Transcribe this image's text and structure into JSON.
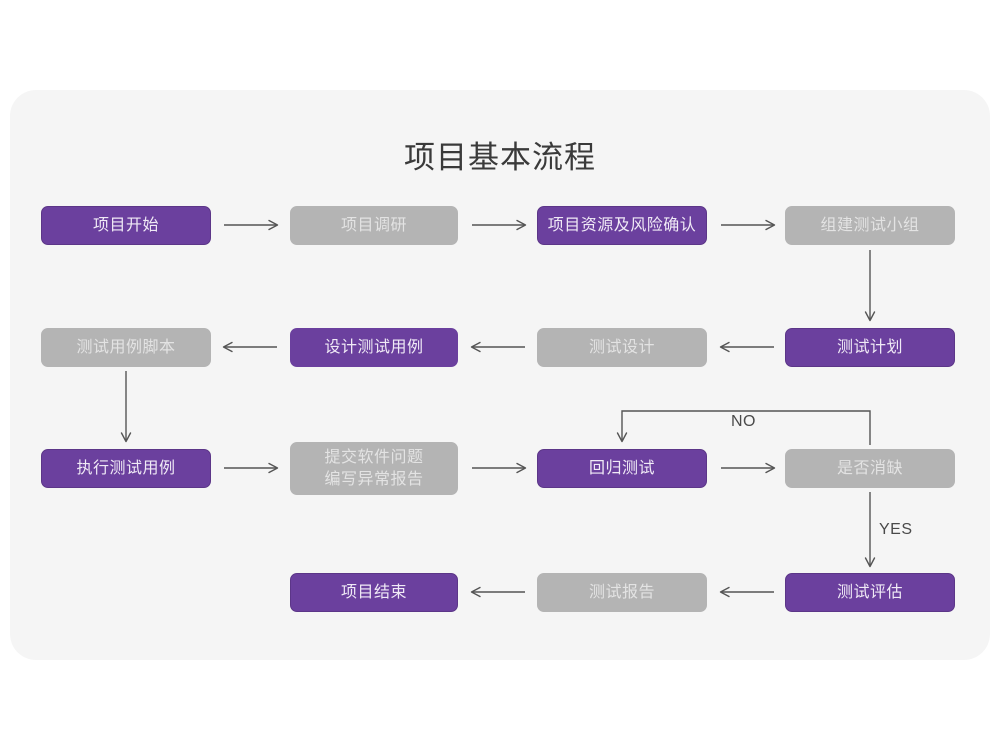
{
  "chart_data": {
    "type": "diagram",
    "title": "项目基本流程",
    "diagram_kind": "flowchart",
    "colors": {
      "page_background": "#ffffff",
      "card_background": "#f5f5f5",
      "accent_purple": "#6b409e",
      "muted_gray": "#b4b4b4",
      "purple_text": "#f0eaf6",
      "gray_text": "#e3e3e3",
      "title_text": "#3a3a3a",
      "connector": "#555555"
    },
    "nodes": [
      {
        "id": "n1",
        "label": "项目开始",
        "style": "purple",
        "row": 1,
        "col": 1
      },
      {
        "id": "n2",
        "label": "项目调研",
        "style": "gray",
        "row": 1,
        "col": 2
      },
      {
        "id": "n3",
        "label": "项目资源及风险确认",
        "style": "purple",
        "row": 1,
        "col": 3
      },
      {
        "id": "n4",
        "label": "组建测试小组",
        "style": "gray",
        "row": 1,
        "col": 4
      },
      {
        "id": "n5",
        "label": "测试用例脚本",
        "style": "gray",
        "row": 2,
        "col": 1
      },
      {
        "id": "n6",
        "label": "设计测试用例",
        "style": "purple",
        "row": 2,
        "col": 2
      },
      {
        "id": "n7",
        "label": "测试设计",
        "style": "gray",
        "row": 2,
        "col": 3
      },
      {
        "id": "n8",
        "label": "测试计划",
        "style": "purple",
        "row": 2,
        "col": 4
      },
      {
        "id": "n9",
        "label": "执行测试用例",
        "style": "purple",
        "row": 3,
        "col": 1
      },
      {
        "id": "n10",
        "label": "提交软件问题\n编写异常报告",
        "style": "gray",
        "row": 3,
        "col": 2
      },
      {
        "id": "n11",
        "label": "回归测试",
        "style": "purple",
        "row": 3,
        "col": 3
      },
      {
        "id": "n12",
        "label": "是否消缺",
        "style": "gray",
        "row": 3,
        "col": 4
      },
      {
        "id": "n13",
        "label": "项目结束",
        "style": "purple",
        "row": 4,
        "col": 2
      },
      {
        "id": "n14",
        "label": "测试报告",
        "style": "gray",
        "row": 4,
        "col": 3
      },
      {
        "id": "n15",
        "label": "测试评估",
        "style": "purple",
        "row": 4,
        "col": 4
      }
    ],
    "edges": [
      {
        "from": "n1",
        "to": "n2",
        "label": "",
        "dir": "right"
      },
      {
        "from": "n2",
        "to": "n3",
        "label": "",
        "dir": "right"
      },
      {
        "from": "n3",
        "to": "n4",
        "label": "",
        "dir": "right"
      },
      {
        "from": "n4",
        "to": "n8",
        "label": "",
        "dir": "down"
      },
      {
        "from": "n8",
        "to": "n7",
        "label": "",
        "dir": "left"
      },
      {
        "from": "n7",
        "to": "n6",
        "label": "",
        "dir": "left"
      },
      {
        "from": "n6",
        "to": "n5",
        "label": "",
        "dir": "left"
      },
      {
        "from": "n5",
        "to": "n9",
        "label": "",
        "dir": "down"
      },
      {
        "from": "n9",
        "to": "n10",
        "label": "",
        "dir": "right"
      },
      {
        "from": "n10",
        "to": "n11",
        "label": "",
        "dir": "right"
      },
      {
        "from": "n11",
        "to": "n12",
        "label": "",
        "dir": "right"
      },
      {
        "from": "n12",
        "to": "n11",
        "label": "NO",
        "dir": "loop-up-left"
      },
      {
        "from": "n12",
        "to": "n15",
        "label": "YES",
        "dir": "down"
      },
      {
        "from": "n15",
        "to": "n14",
        "label": "",
        "dir": "left"
      },
      {
        "from": "n14",
        "to": "n13",
        "label": "",
        "dir": "left"
      }
    ],
    "edge_labels": [
      "NO",
      "YES"
    ]
  }
}
